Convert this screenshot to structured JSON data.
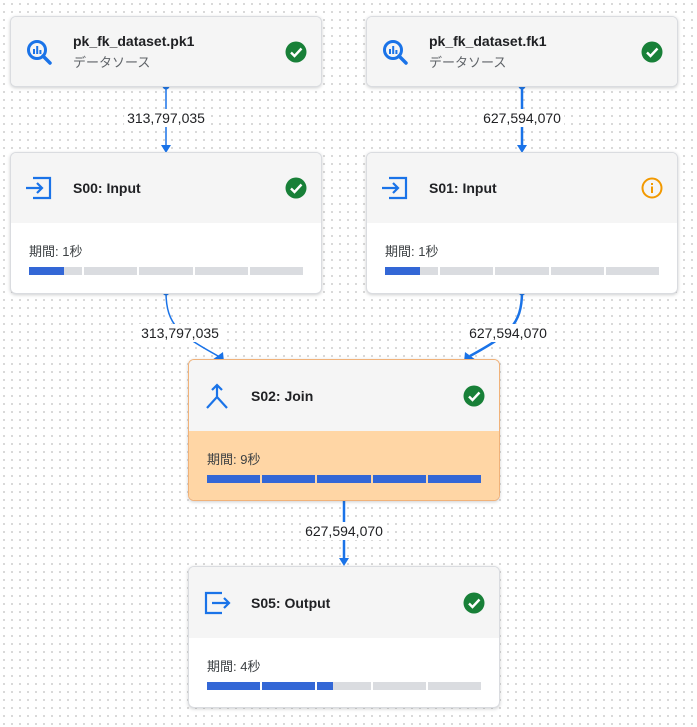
{
  "colors": {
    "accent": "#1a73e8",
    "success": "#188038",
    "warning": "#f29900",
    "highlight": "#ffd6a5",
    "progress": "#3367d6"
  },
  "nodes": {
    "pk1": {
      "title": "pk_fk_dataset.pk1",
      "subtitle": "データソース",
      "icon": "bigquery-icon",
      "status": "check-icon"
    },
    "fk1": {
      "title": "pk_fk_dataset.fk1",
      "subtitle": "データソース",
      "icon": "bigquery-icon",
      "status": "check-icon"
    },
    "s00": {
      "title": "S00: Input",
      "icon": "input-icon",
      "status": "check-icon",
      "duration": "期間: 1秒",
      "progress": 0.13
    },
    "s01": {
      "title": "S01: Input",
      "icon": "input-icon",
      "status": "info-icon",
      "duration": "期間: 1秒",
      "progress": 0.13
    },
    "s02": {
      "title": "S02: Join",
      "icon": "join-icon",
      "status": "check-icon",
      "duration": "期間: 9秒",
      "progress": 1.0
    },
    "s05": {
      "title": "S05: Output",
      "icon": "output-icon",
      "status": "check-icon",
      "duration": "期間: 4秒",
      "progress": 0.46
    }
  },
  "edges": {
    "pk1_s00": "313,797,035",
    "fk1_s01": "627,594,070",
    "s00_s02": "313,797,035",
    "s01_s02": "627,594,070",
    "s02_s05": "627,594,070"
  }
}
